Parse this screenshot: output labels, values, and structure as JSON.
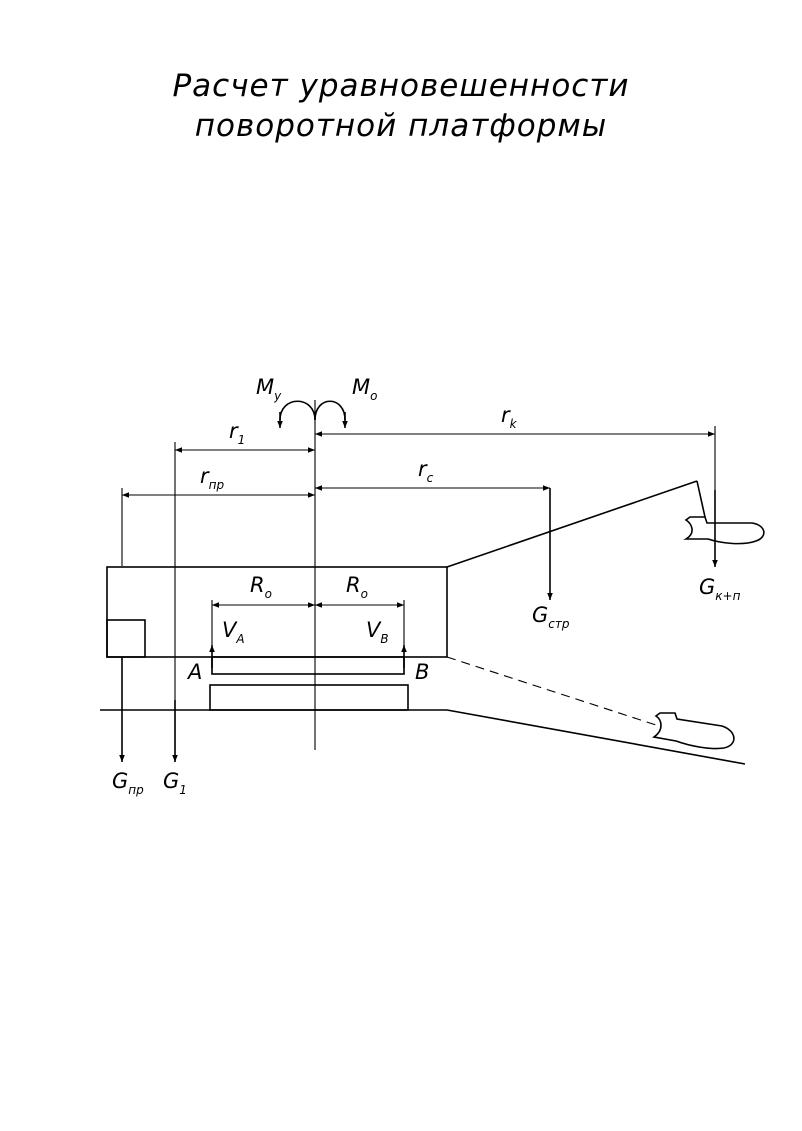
{
  "title": {
    "line1": "Расчет уравновешенности",
    "line2": "поворотной платформы"
  },
  "labels": {
    "moment_y": {
      "main": "M",
      "sub": "у"
    },
    "moment_o": {
      "main": "M",
      "sub": "о"
    },
    "r1": {
      "main": "r",
      "sub": "1"
    },
    "rk": {
      "main": "r",
      "sub": "k"
    },
    "rpr": {
      "main": "r",
      "sub": "пр"
    },
    "rc": {
      "main": "r",
      "sub": "c"
    },
    "ro_left": {
      "main": "R",
      "sub": "о"
    },
    "ro_right": {
      "main": "R",
      "sub": "о"
    },
    "va": {
      "main": "V",
      "sub": "A"
    },
    "vb": {
      "main": "V",
      "sub": "B"
    },
    "point_a": "A",
    "point_b": "B",
    "g_str": {
      "main": "G",
      "sub": "стр"
    },
    "g_kn": {
      "main": "G",
      "sub": "к+п"
    },
    "g_pr": {
      "main": "G",
      "sub": "пр"
    },
    "g1": {
      "main": "G",
      "sub": "1"
    }
  }
}
